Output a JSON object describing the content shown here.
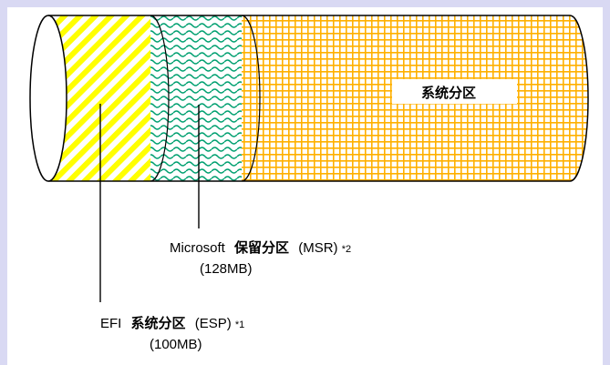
{
  "diagram": {
    "main_partition_label": "系统分区",
    "msr": {
      "name": "Microsoft",
      "cn": "保留分区",
      "abbr": "(MSR)",
      "note": "*2",
      "size": "(128MB)"
    },
    "esp": {
      "name": "EFI",
      "cn": "系统分区",
      "abbr": "(ESP)",
      "note": "*1",
      "size": "(100MB)"
    }
  },
  "colors": {
    "background": "#d9d9f3",
    "esp_stripe": "#ffff00",
    "msr_wave": "#00a070",
    "grid": "#ffb000"
  }
}
